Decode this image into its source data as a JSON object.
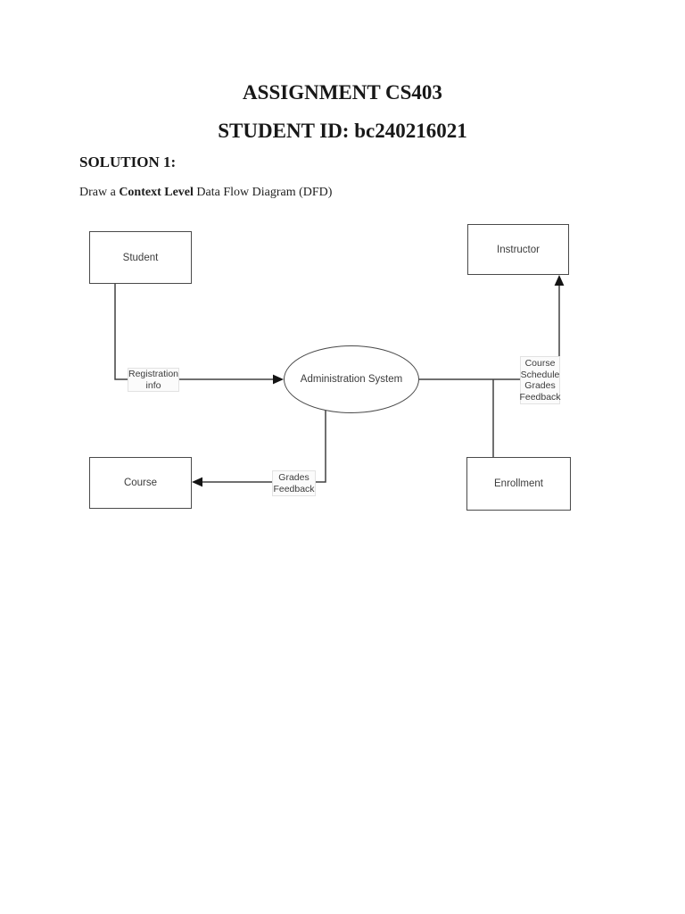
{
  "page": {
    "title": "ASSIGNMENT CS403",
    "student_id": "STUDENT ID: bc240216021",
    "solution_heading": "SOLUTION 1:",
    "task": {
      "prefix": "Draw a ",
      "emphasis": "Context Level",
      "suffix": " Data Flow Diagram (DFD)"
    }
  },
  "diagram": {
    "type": "context-level-dfd",
    "process": {
      "label": "Administration System"
    },
    "entities": {
      "student": {
        "label": "Student"
      },
      "instructor": {
        "label": "Instructor"
      },
      "course": {
        "label": "Course"
      },
      "enrollment": {
        "label": "Enrollment"
      }
    },
    "flows": {
      "registration": {
        "label": "Registration\ninfo",
        "from": "Student",
        "to": "Administration System"
      },
      "course_schedule": {
        "label": "Course\nSchedule\nGrades\nFeedback",
        "from": "Administration System",
        "to": "Instructor"
      },
      "grades_feedback": {
        "label": "Grades\nFeedback",
        "from": "Administration System",
        "to": "Course"
      },
      "enrollment_link": {
        "from": "Administration System",
        "to": "Enrollment"
      }
    },
    "colors": {
      "line": "#404040",
      "node_border": "#4a4a4a",
      "node_fill": "#ffffff",
      "label_background": "#fbfbfb",
      "text": "#3c3c3c"
    }
  }
}
